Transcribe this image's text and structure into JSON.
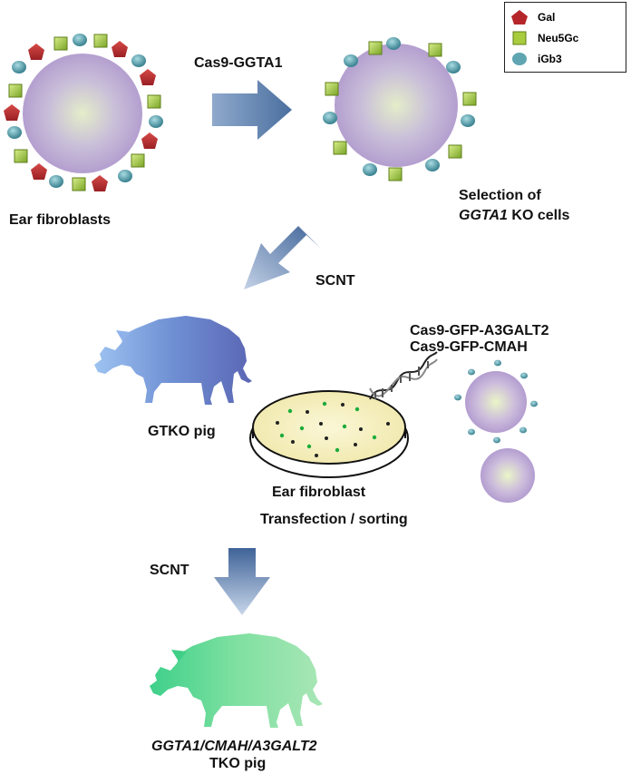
{
  "legend": {
    "gal": "Gal",
    "neu5gc": "Neu5Gc",
    "igb3": "iGb3"
  },
  "labels": {
    "cas9_ggta1": "Cas9-GGTA1",
    "ear_fibroblasts": "Ear fibroblasts",
    "selection_line1": "Selection  of",
    "selection_gene": "GGTA1",
    "selection_rest": " KO cells",
    "scnt_1": "SCNT",
    "cas9_a3galt2": "Cas9-GFP-A3GALT2",
    "cas9_cmah": "Cas9-GFP-CMAH",
    "gtko_pig": "GTKO pig",
    "ear_fibroblast": "Ear fibroblast",
    "transfection": "Transfection / sorting",
    "scnt_2": "SCNT",
    "tko_genes": "GGTA1/CMAH/A3GALT2",
    "tko_pig": "TKO pig"
  },
  "colors": {
    "gal": "#b5262a",
    "neu5gc": "#8ab52a",
    "igb3": "#4a8f9c",
    "arrow": "#4a6f9f",
    "gtko_pig": "#6c8fd0",
    "tko_pig": "#6ccf8a"
  }
}
